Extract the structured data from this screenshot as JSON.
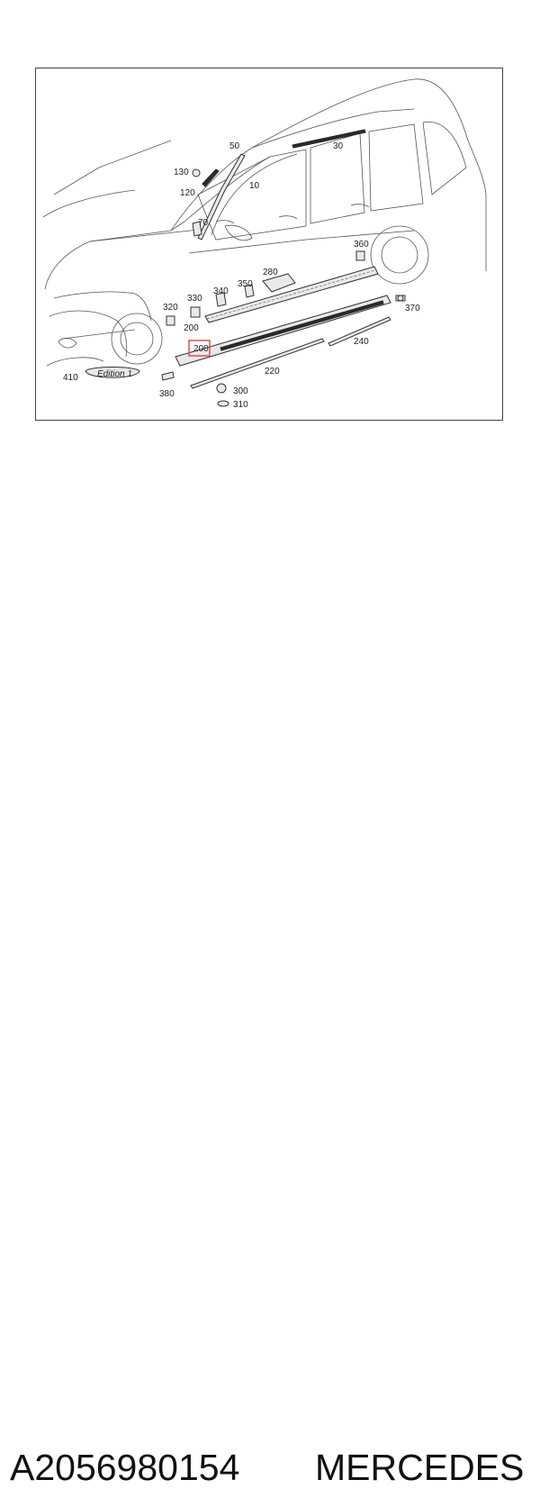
{
  "diagram": {
    "callouts": {
      "c10": "10",
      "c30": "30",
      "c50": "50",
      "c70": "70",
      "c120": "120",
      "c130": "130",
      "c200a": "200",
      "c200b": "200",
      "c220": "220",
      "c240": "240",
      "c280": "280",
      "c300": "300",
      "c310": "310",
      "c320": "320",
      "c330": "330",
      "c340": "340",
      "c350": "350",
      "c360": "360",
      "c370": "370",
      "c380": "380",
      "c410": "410"
    },
    "emblem_text": "Edition 1",
    "highlight_color": "#d9534f"
  },
  "footer": {
    "part_number": "A2056980154",
    "brand": "MERCEDES"
  }
}
